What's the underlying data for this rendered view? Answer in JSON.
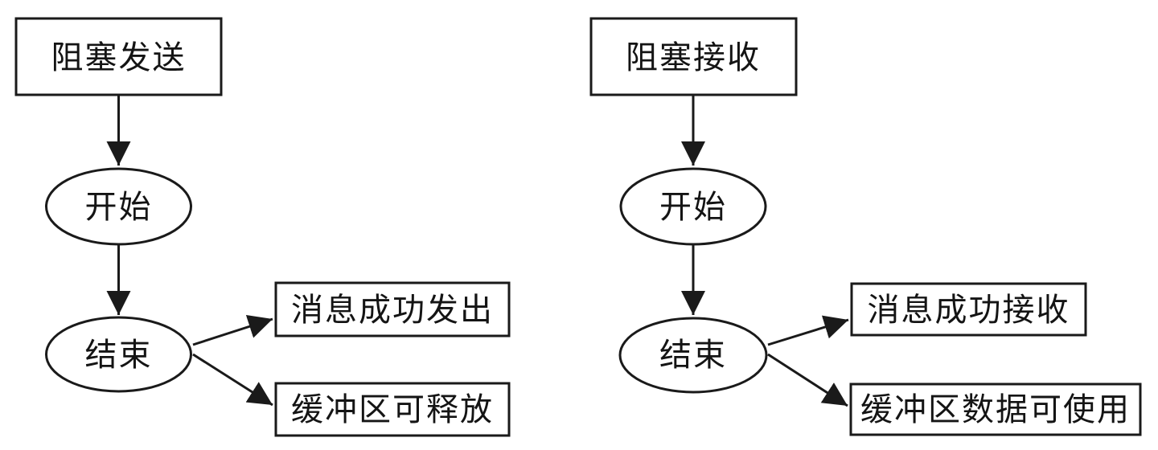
{
  "diagram": {
    "type": "flowchart-pair",
    "background_color": "#ffffff",
    "stroke_color": "#1a1a1a",
    "flowcharts": [
      {
        "title": "阻塞发送",
        "start_label": "开始",
        "end_label": "结束",
        "outcomes": [
          "消息成功发出",
          "缓冲区可释放"
        ]
      },
      {
        "title": "阻塞接收",
        "start_label": "开始",
        "end_label": "结束",
        "outcomes": [
          "消息成功接收",
          "缓冲区数据可使用"
        ]
      }
    ]
  }
}
